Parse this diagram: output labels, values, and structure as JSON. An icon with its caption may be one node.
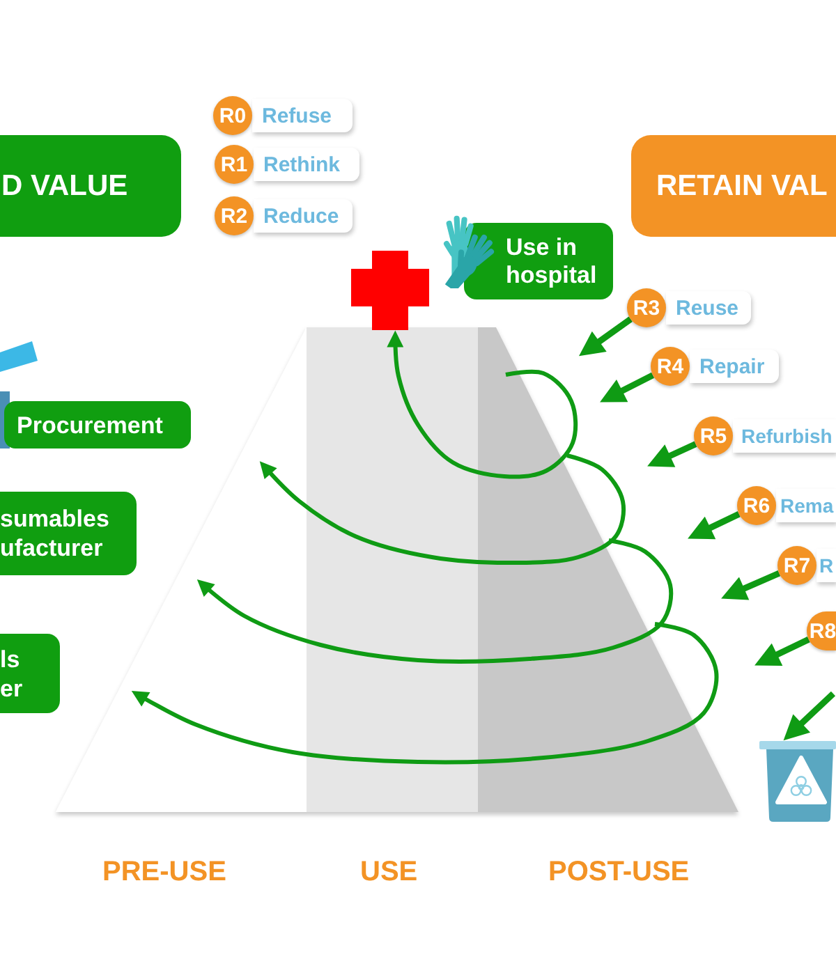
{
  "diagram": {
    "nodes": [
      {
        "text": [
          "R0",
          "Refuse"
        ]
      },
      {
        "text": [
          "R1",
          "Rethink"
        ]
      },
      {
        "text": [
          "D VALUE"
        ]
      },
      {
        "text": [
          "RETAIN VAL"
        ]
      },
      {
        "text": [
          "R2",
          "Reduce"
        ]
      },
      {
        "text": [
          "Use in hospital"
        ]
      },
      {
        "text": [],
        "shape": "cross"
      },
      {
        "text": [
          "R3",
          "Reuse"
        ]
      },
      {
        "text": [
          "R4",
          "Repair"
        ]
      },
      {
        "text": [
          "Procurement"
        ]
      },
      {
        "text": [
          "R5",
          "Refurbish"
        ]
      },
      {
        "text": [
          "R6",
          "Rema"
        ]
      },
      {
        "text": [
          "sumables ufacturer"
        ]
      },
      {
        "text": [
          "R7",
          "R"
        ]
      },
      {
        "text": [
          "R8"
        ]
      },
      {
        "text": [
          "ls er"
        ]
      },
      {
        "text": [],
        "shape": "picture"
      }
    ],
    "edges": [
      {
        "from": null,
        "to": 6,
        "arrow": "to"
      },
      {
        "from": 7,
        "to": null,
        "arrow": "to"
      },
      {
        "from": 8,
        "to": null,
        "arrow": "to"
      },
      {
        "from": 10,
        "to": null,
        "arrow": "to"
      },
      {
        "from": 11,
        "to": null,
        "arrow": "to"
      },
      {
        "from": 13,
        "to": null,
        "arrow": "to"
      },
      {
        "from": 14,
        "to": null,
        "arrow": "to"
      },
      {
        "from": null,
        "to": 16,
        "arrow": "to"
      }
    ],
    "labels": [
      "PRE-USE",
      "USE",
      "POST-USE"
    ]
  }
}
